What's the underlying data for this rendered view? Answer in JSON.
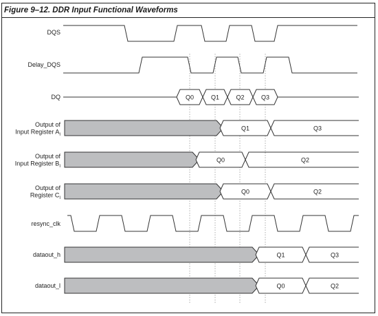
{
  "figure": {
    "title": "Figure 9–12. DDR Input Functional Waveforms"
  },
  "signals": [
    {
      "id": "dqs",
      "label_lines": [
        "DQS"
      ]
    },
    {
      "id": "delay_dqs",
      "label_lines": [
        "Delay_DQS"
      ]
    },
    {
      "id": "dq",
      "label_lines": [
        "DQ"
      ],
      "values": [
        "Q0",
        "Q1",
        "Q2",
        "Q3"
      ]
    },
    {
      "id": "reg_a",
      "label_lines": [
        "Output of",
        "Input Register A"
      ],
      "subscript": "I",
      "values": [
        "Q1",
        "Q3"
      ]
    },
    {
      "id": "reg_b",
      "label_lines": [
        "Output of",
        "Input Register B"
      ],
      "subscript": "I",
      "values": [
        "Q0",
        "Q2"
      ]
    },
    {
      "id": "reg_c",
      "label_lines": [
        "Output of",
        "Register C"
      ],
      "subscript": "I",
      "values": [
        "Q0",
        "Q2"
      ]
    },
    {
      "id": "resync_clk",
      "label_lines": [
        "resync_clk"
      ]
    },
    {
      "id": "dataout_h",
      "label_lines": [
        "dataout_h"
      ],
      "values": [
        "Q1",
        "Q3"
      ]
    },
    {
      "id": "dataout_l",
      "label_lines": [
        "dataout_l"
      ],
      "values": [
        "Q0",
        "Q2"
      ]
    }
  ],
  "colors": {
    "undefined_fill": "#bdbec0",
    "line": "#333333"
  }
}
